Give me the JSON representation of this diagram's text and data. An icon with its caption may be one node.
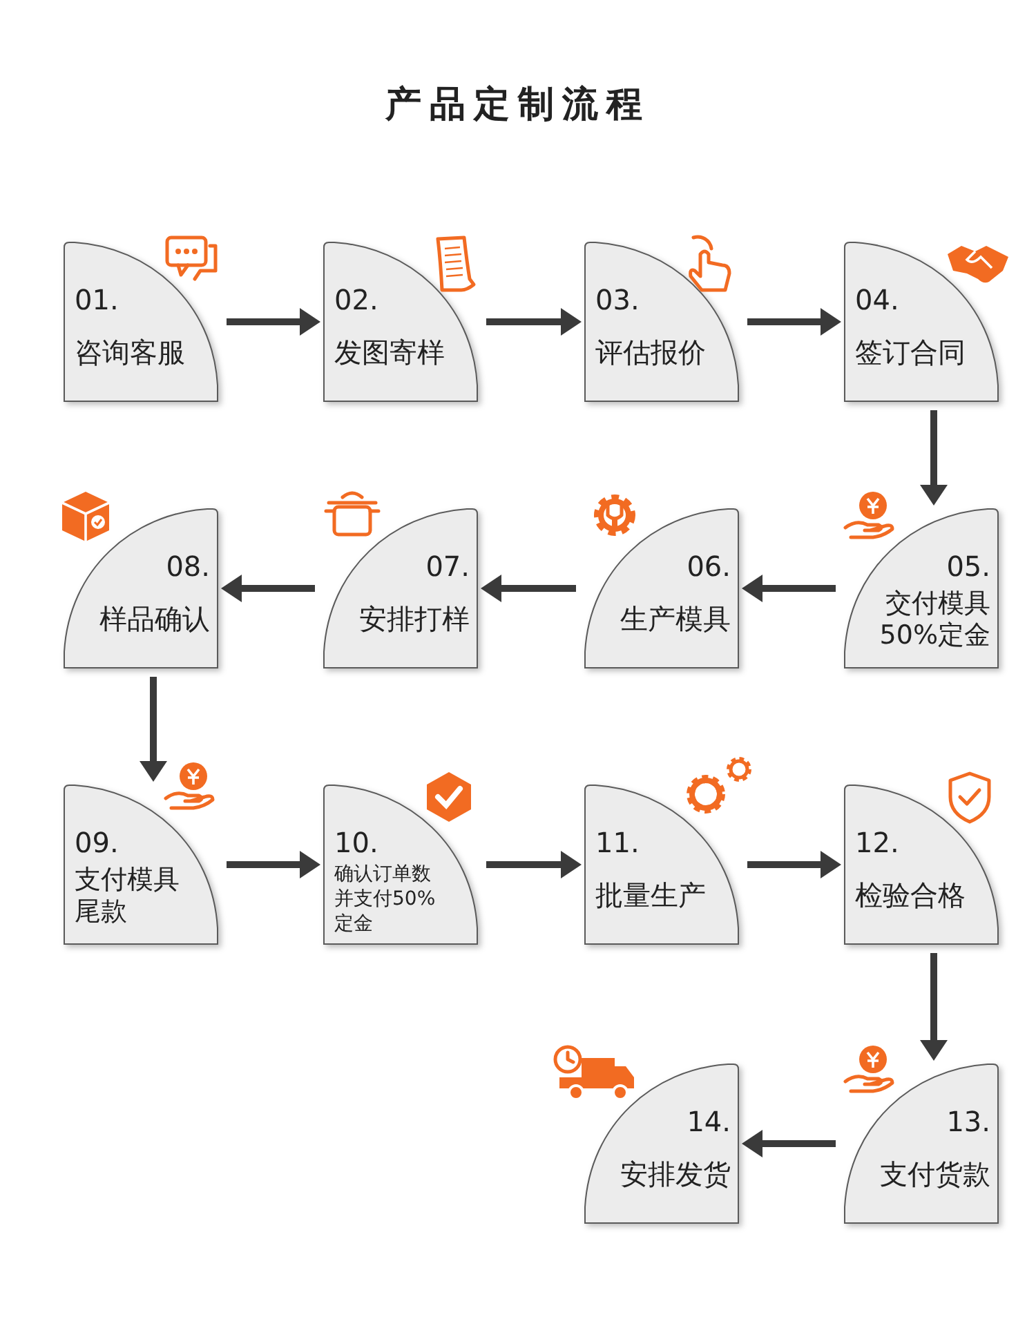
{
  "diagram": {
    "title": "产品定制流程",
    "nodes": [
      {
        "text": [
          "01.",
          "咨询客服"
        ]
      },
      {
        "text": [
          "02.",
          "发图寄样"
        ]
      },
      {
        "text": [
          "03.",
          "评估报价"
        ]
      },
      {
        "text": [
          "04.",
          "签订合同"
        ]
      },
      {
        "text": [
          "05.",
          "交付模具50%定金"
        ]
      },
      {
        "text": [
          "06.",
          "生产模具"
        ]
      },
      {
        "text": [
          "07.",
          "安排打样"
        ]
      },
      {
        "text": [
          "08.",
          "样品确认"
        ]
      },
      {
        "text": [
          "09.",
          "支付模具尾款"
        ]
      },
      {
        "text": [
          "10.",
          "确认订单数并支付50%定金"
        ]
      },
      {
        "text": [
          "11.",
          "批量生产"
        ]
      },
      {
        "text": [
          "12.",
          "检验合格"
        ]
      },
      {
        "text": [
          "13.",
          "支付货款"
        ]
      },
      {
        "text": [
          "14.",
          "安排发货"
        ]
      }
    ],
    "edges": [
      {
        "from": 0,
        "to": 1,
        "arrow": "to"
      },
      {
        "from": 1,
        "to": 2,
        "arrow": "to"
      },
      {
        "from": 2,
        "to": 3,
        "arrow": "to"
      },
      {
        "from": 3,
        "to": 4,
        "arrow": "to"
      },
      {
        "from": 4,
        "to": 5,
        "arrow": "to"
      },
      {
        "from": 5,
        "to": 6,
        "arrow": "to"
      },
      {
        "from": 6,
        "to": 7,
        "arrow": "to"
      },
      {
        "from": 7,
        "to": 8,
        "arrow": "to"
      },
      {
        "from": 8,
        "to": 9,
        "arrow": "to"
      },
      {
        "from": 9,
        "to": 10,
        "arrow": "to"
      },
      {
        "from": 10,
        "to": 11,
        "arrow": "to"
      },
      {
        "from": 11,
        "to": 12,
        "arrow": "to"
      },
      {
        "from": 12,
        "to": 13,
        "arrow": "to"
      }
    ]
  }
}
